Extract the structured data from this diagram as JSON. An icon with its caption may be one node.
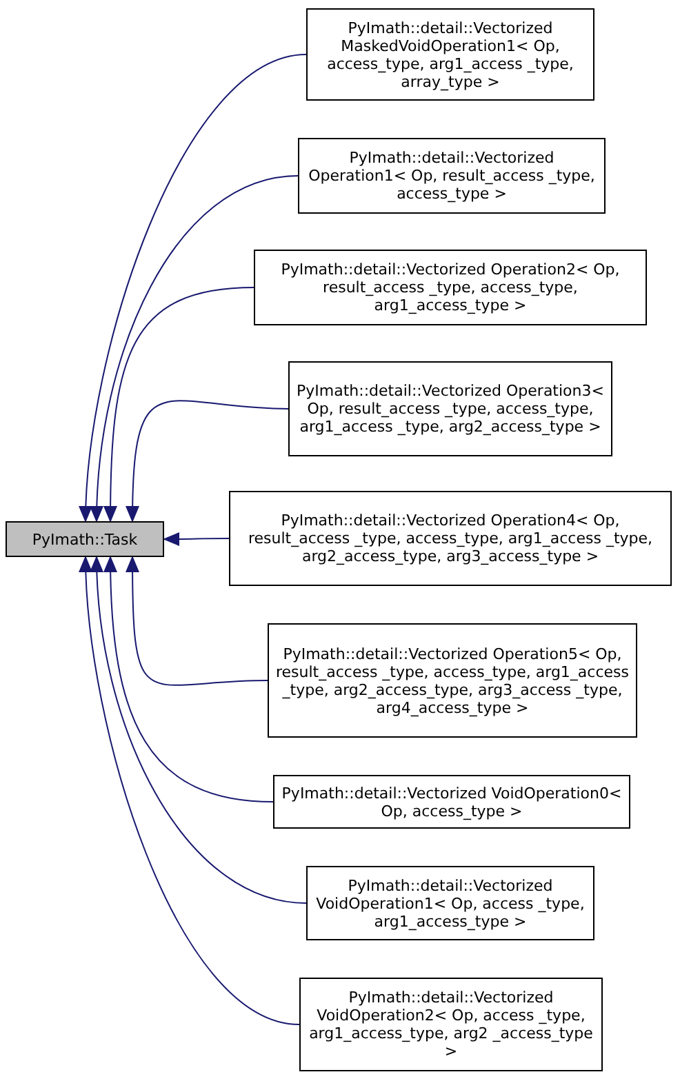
{
  "diagram": {
    "nodes": [
      {
        "text": [
          "PyImath::Task"
        ]
      },
      {
        "text": [
          "PyImath::detail::Vectorized MaskedVoidOperation1< Op, access_type, arg1_access _type, array_type >"
        ]
      },
      {
        "text": [
          "PyImath::detail::Vectorized Operation1< Op, result_access _type, access_type >"
        ]
      },
      {
        "text": [
          "PyImath::detail::Vectorized Operation2< Op, result_access _type, access_type, arg1_access_type >"
        ]
      },
      {
        "text": [
          "PyImath::detail::Vectorized Operation3< Op, result_access _type, access_type, arg1_access _type, arg2_access_type >"
        ]
      },
      {
        "text": [
          "PyImath::detail::Vectorized Operation4< Op, result_access _type, access_type, arg1_access _type, arg2_access_type, arg3_access_type >"
        ]
      },
      {
        "text": [
          "PyImath::detail::Vectorized Operation5< Op, result_access _type, access_type, arg1_access _type, arg2_access_type, arg3_access _type, arg4_access_type >"
        ]
      },
      {
        "text": [
          "PyImath::detail::Vectorized VoidOperation0< Op, access_type >"
        ]
      },
      {
        "text": [
          "PyImath::detail::Vectorized VoidOperation1< Op, access _type, arg1_access_type >"
        ]
      },
      {
        "text": [
          "PyImath::detail::Vectorized VoidOperation2< Op, access _type, arg1_access_type, arg2 _access_type >"
        ]
      }
    ],
    "edges": [
      {
        "from": 1,
        "to": 0,
        "arrow": "to",
        "color": "#191970"
      },
      {
        "from": 2,
        "to": 0,
        "arrow": "to",
        "color": "#191970"
      },
      {
        "from": 3,
        "to": 0,
        "arrow": "to",
        "color": "#191970"
      },
      {
        "from": 4,
        "to": 0,
        "arrow": "to",
        "color": "#191970"
      },
      {
        "from": 5,
        "to": 0,
        "arrow": "to",
        "color": "#191970"
      },
      {
        "from": 6,
        "to": 0,
        "arrow": "to",
        "color": "#191970"
      },
      {
        "from": 7,
        "to": 0,
        "arrow": "to",
        "color": "#191970"
      },
      {
        "from": 8,
        "to": 0,
        "arrow": "to",
        "color": "#191970"
      },
      {
        "from": 9,
        "to": 0,
        "arrow": "to",
        "color": "#191970"
      }
    ]
  }
}
